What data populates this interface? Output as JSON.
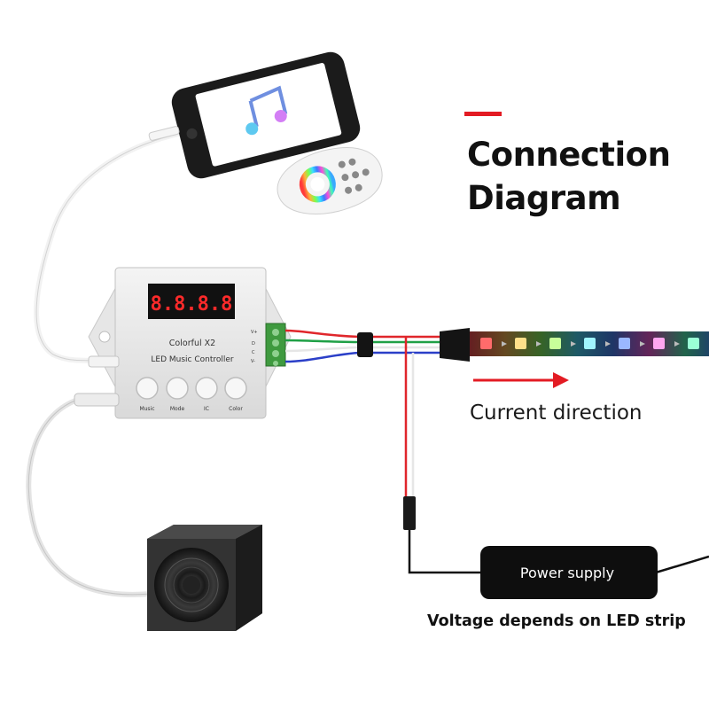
{
  "title": {
    "line1": "Connection",
    "line2": "Diagram",
    "accent_color": "#e31b23"
  },
  "controller": {
    "display": "8.8.8.8",
    "brand": "Colorful  X2",
    "model": "LED Music Controller",
    "buttons": [
      "Music",
      "Mode",
      "IC",
      "Color"
    ],
    "terminals": [
      "V+",
      "D",
      "C",
      "V-"
    ]
  },
  "labels": {
    "current_direction": "Current direction",
    "power_supply": "Power supply",
    "voltage_note": "Voltage depends on LED strip"
  },
  "wire_colors": {
    "red": "#e0262b",
    "green": "#1fa046",
    "blue": "#2b3fc8",
    "white": "#e6e6e6",
    "black": "#111111"
  },
  "icons": {
    "phone_screen": "music-note-icon",
    "remote": "rgb-color-wheel-remote",
    "speaker": "speaker-icon"
  }
}
